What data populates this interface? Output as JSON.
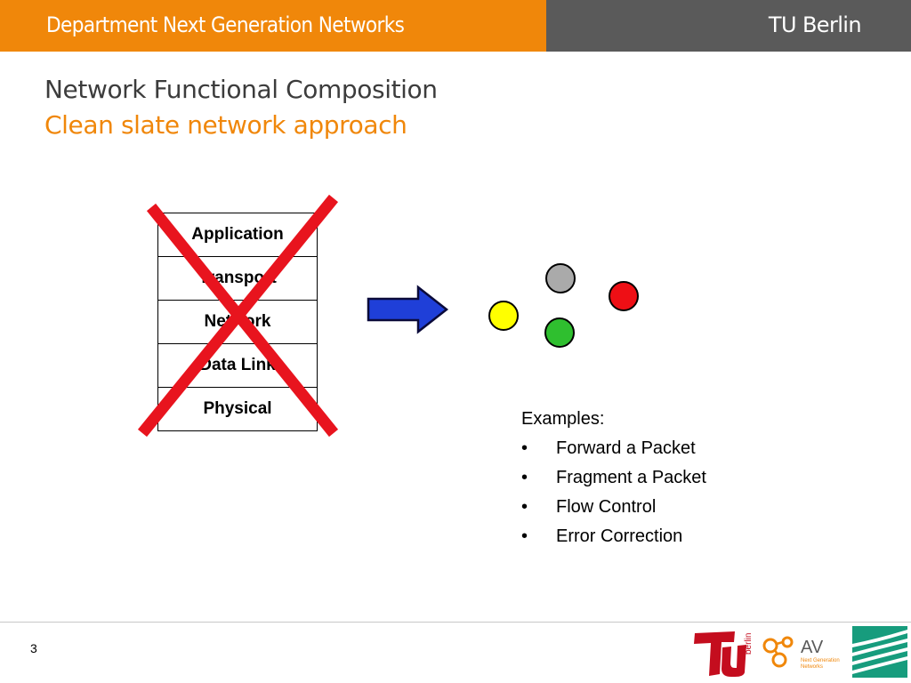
{
  "header": {
    "department": "Department Next Generation Networks",
    "university": "TU Berlin"
  },
  "slide": {
    "title": "Network Functional Composition",
    "subtitle": "Clean slate network approach",
    "page_number": "3"
  },
  "diagram": {
    "layers": [
      "Application",
      "Transport",
      "Network",
      "Data Link",
      "Physical"
    ],
    "crossed_out": true,
    "cross_color": "#e8141e",
    "arrow_color": "#1f3fd8",
    "functions": [
      {
        "name": "gray",
        "color": "#aaaaaa"
      },
      {
        "name": "red",
        "color": "#ee0f15"
      },
      {
        "name": "yellow",
        "color": "#ffff00"
      },
      {
        "name": "green",
        "color": "#2fbf2f"
      }
    ]
  },
  "examples": {
    "lead": "Examples:",
    "bullet": "•",
    "items": [
      "Forward a Packet",
      "Fragment a Packet",
      "Flow Control",
      "Error Correction"
    ]
  },
  "logos": {
    "tu": "TU berlin",
    "av": "AV",
    "av_sub": "Next Generation Networks"
  },
  "colors": {
    "accent_orange": "#f0870a",
    "header_gray": "#5a5a5a"
  }
}
